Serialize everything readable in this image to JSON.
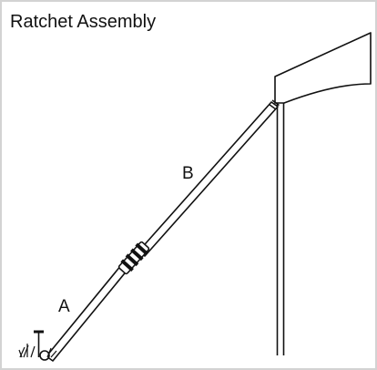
{
  "title": "Ratchet Assembly",
  "labels": {
    "a": "A",
    "b": "B"
  },
  "colors": {
    "border": "#d3d3d3",
    "stroke": "#111111",
    "background": "#ffffff"
  }
}
